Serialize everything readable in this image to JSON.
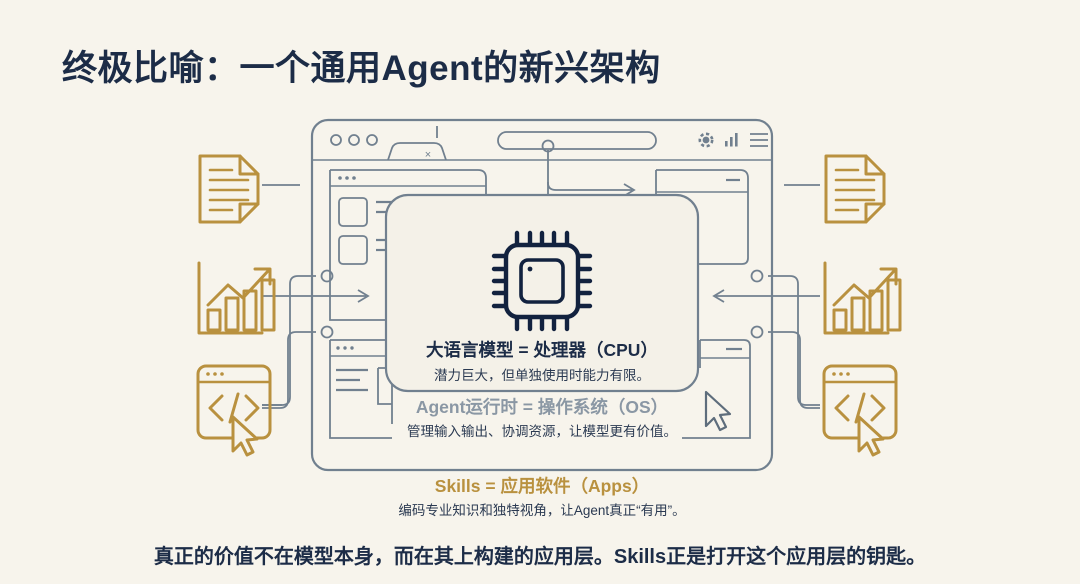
{
  "page": {
    "title": "终极比喻：一个通用Agent的新兴架构",
    "footer": "真正的价值不在模型本身，而在其上构建的应用层。Skills正是打开这个应用层的钥匙。",
    "background_color": "#f7f4ec",
    "navy": "#1c2c47",
    "slate": "#71808f",
    "gold": "#b9913f"
  },
  "browser": {
    "traffic_lights": [
      "window-dot-1",
      "window-dot-2",
      "window-dot-3"
    ],
    "tab_close_label": "×",
    "toolbar_icons": [
      "gear-icon",
      "bar-chart-icon",
      "hamburger-menu-icon"
    ]
  },
  "layers": {
    "cpu": {
      "icon": "cpu-chip-icon",
      "heading": "大语言模型 = 处理器（CPU）",
      "subtext": "潜力巨大，但单独使用时能力有限。",
      "heading_color": "#1c2c47"
    },
    "os": {
      "heading": "Agent运行时 = 操作系统（OS）",
      "subtext": "管理输入输出、协调资源，让模型更有价值。",
      "heading_color": "#8a97a4"
    },
    "skills": {
      "heading": "Skills = 应用软件（Apps）",
      "subtext": "编码专业知识和独特视角，让Agent真正“有用”。",
      "heading_color": "#b9913f"
    }
  },
  "side_icons": {
    "left": [
      "document-icon",
      "bar-chart-growth-icon",
      "code-window-icon"
    ],
    "right": [
      "document-icon",
      "bar-chart-growth-icon",
      "code-window-icon"
    ]
  }
}
